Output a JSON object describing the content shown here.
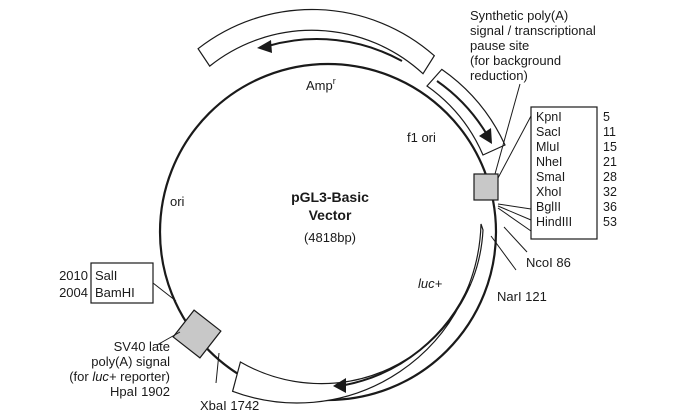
{
  "title_line1": "pGL3-Basic",
  "title_line2": "Vector",
  "size": "(4818bp)",
  "features": {
    "amp": {
      "name": "Amp",
      "sup": "r"
    },
    "f1_ori": "f1 ori",
    "ori": "ori",
    "luc": "luc+"
  },
  "synthetic_polyA": [
    "Synthetic poly(A)",
    "signal / transcriptional",
    "pause site",
    "(for background",
    "reduction)"
  ],
  "mcs": {
    "enzymes": [
      "KpnI",
      "SacI",
      "MluI",
      "NheI",
      "SmaI",
      "XhoI",
      "BglII",
      "HindIII"
    ],
    "positions": [
      "5",
      "11",
      "15",
      "21",
      "28",
      "32",
      "36",
      "53"
    ]
  },
  "sites": {
    "ncoi": "NcoI 86",
    "nari": "NarI 121",
    "xbai": "XbaI 1742",
    "hpai": "HpaI 1902"
  },
  "left_box": {
    "numbers": [
      "2010",
      "2004"
    ],
    "enzymes": [
      "SalI",
      "BamHI"
    ]
  },
  "sv40": {
    "line1": "SV40 late",
    "line2": "poly(A) signal",
    "line3_prefix": "(for ",
    "line3_italic": "luc+",
    "line3_suffix": " reporter)"
  },
  "colors": {
    "line": "#1a1a1a",
    "grey_box": "#c8c8c8"
  }
}
